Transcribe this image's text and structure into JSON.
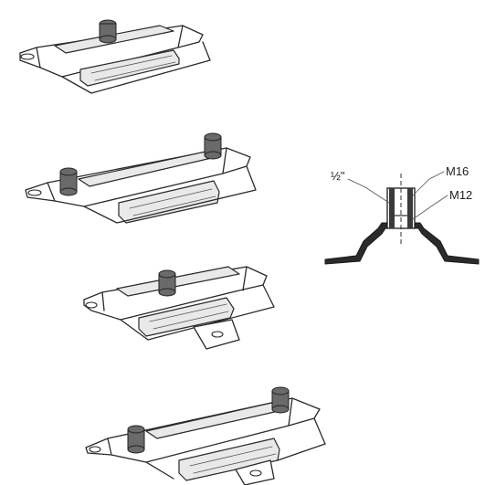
{
  "section_view": {
    "labels": {
      "thread_inch": "½\"",
      "thread_m16": "M16",
      "thread_m12": "M12"
    }
  },
  "products": [
    {
      "variant": "single-stud"
    },
    {
      "variant": "double-stud"
    },
    {
      "variant": "single-stud-with-tab"
    },
    {
      "variant": "double-stud-with-tab"
    }
  ],
  "colors": {
    "line": "#2a2a2a",
    "stud": "#6a6a6a",
    "section_fill": "#2b2b2b"
  }
}
